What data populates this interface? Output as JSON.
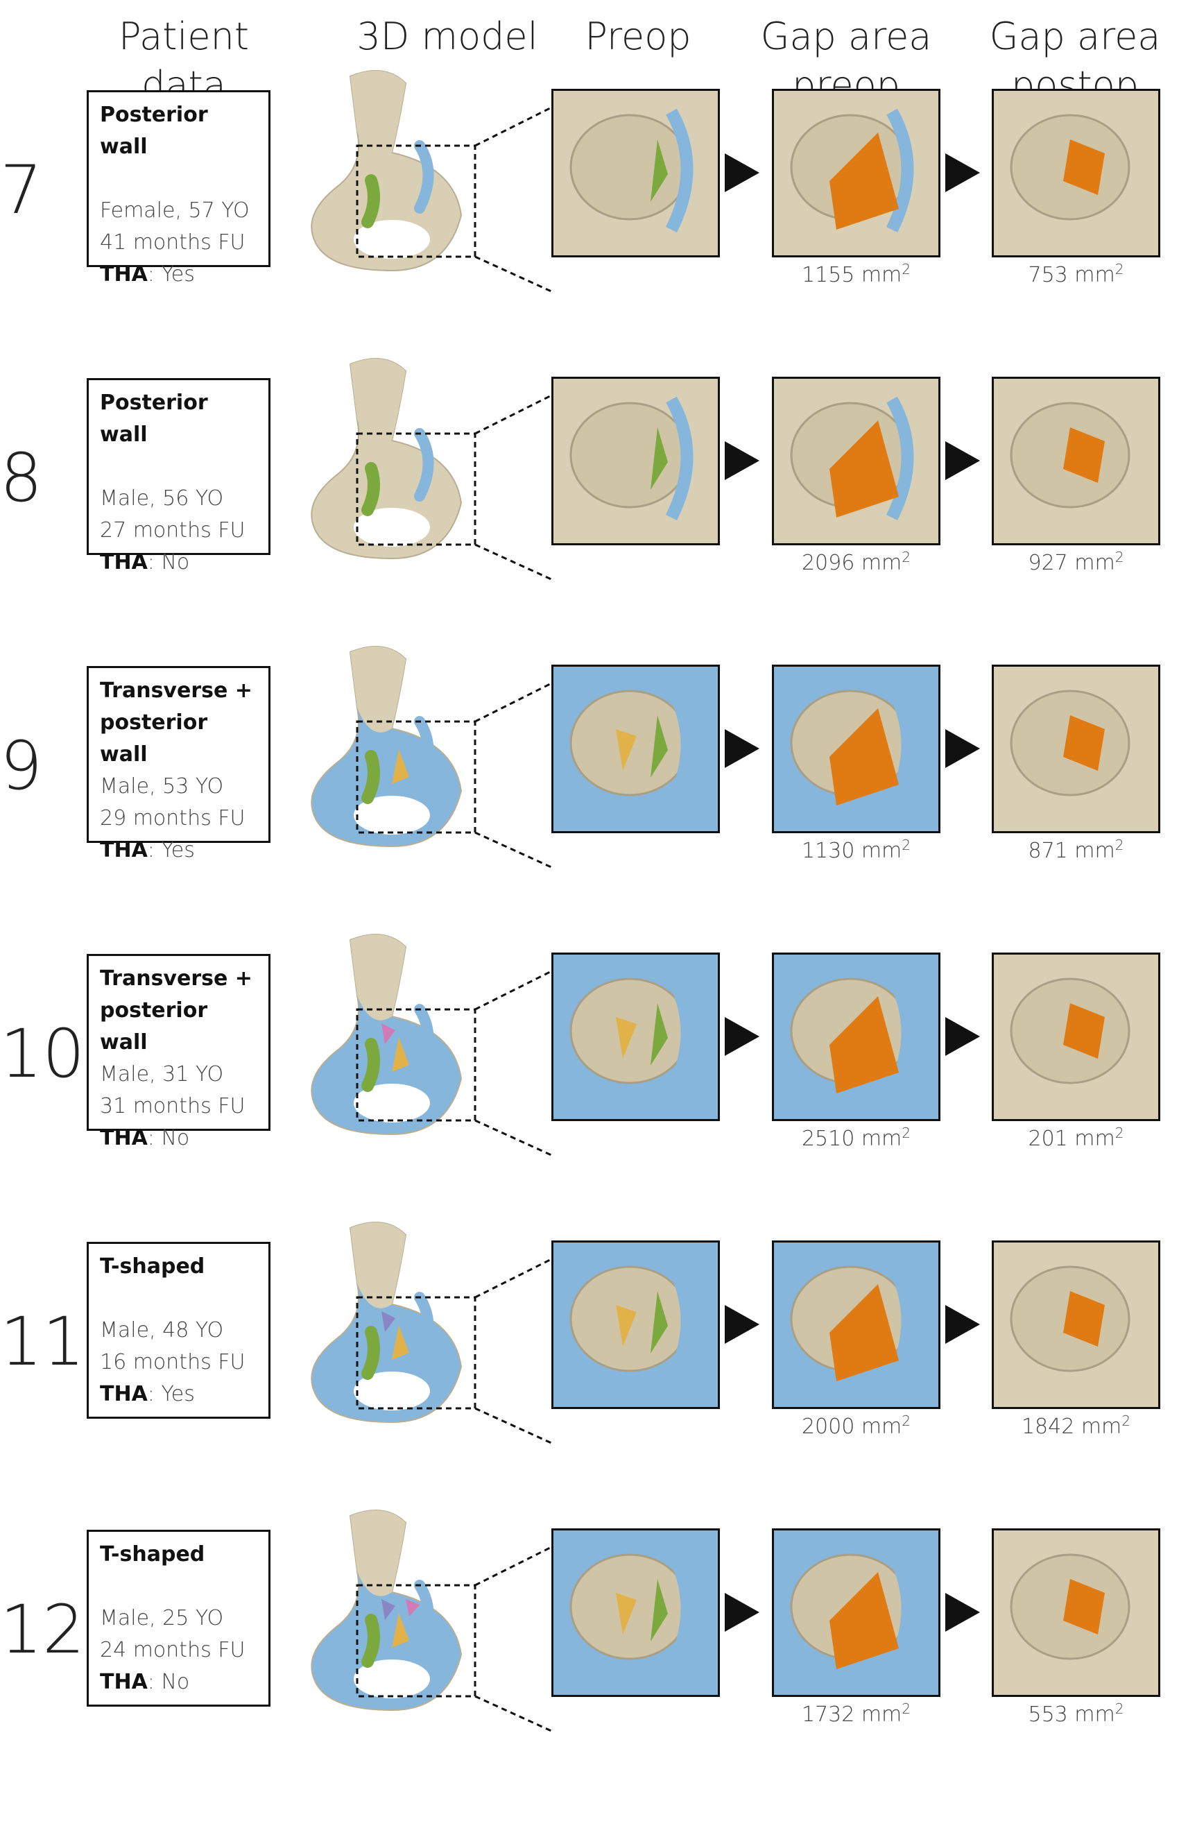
{
  "headers": {
    "patient": [
      "Patient",
      "data"
    ],
    "model": [
      "3D model"
    ],
    "preop": [
      "Preop"
    ],
    "gap_preop": [
      "Gap area",
      "preop"
    ],
    "gap_postop": [
      "Gap area",
      "postop"
    ]
  },
  "colors": {
    "bone": "#d9cfb4",
    "blue": "#86b6dc",
    "green": "#7ba93e",
    "orange": "#e07a12",
    "yellow": "#e1b24a",
    "purple": "#8a86c4",
    "pink": "#d27ab5"
  },
  "unit": "mm",
  "cases": [
    {
      "num": "7",
      "type": [
        "Posterior wall"
      ],
      "sex_age": "Female, 57 YO",
      "fu": "41 months FU",
      "tha_label": "THA",
      "tha_value": ": Yes",
      "gap_preop": "1155 mm",
      "gap_postop": "753 mm",
      "frags": [
        "blue",
        "green"
      ]
    },
    {
      "num": "8",
      "type": [
        "Posterior wall"
      ],
      "sex_age": "Male, 56  YO",
      "fu": "27 months FU",
      "tha_label": "THA",
      "tha_value": ": No",
      "gap_preop": "2096 mm",
      "gap_postop": "927 mm",
      "frags": [
        "blue",
        "green"
      ]
    },
    {
      "num": "9",
      "type": [
        "Transverse +",
        "posterior wall"
      ],
      "sex_age": "Male, 53  YO",
      "fu": "29 months FU",
      "tha_label": "THA",
      "tha_value": ": Yes",
      "gap_preop": "1130 mm",
      "gap_postop": "871 mm",
      "frags": [
        "blue",
        "green",
        "yellow"
      ]
    },
    {
      "num": "10",
      "type": [
        "Transverse +",
        "posterior wall"
      ],
      "sex_age": "Male, 31  YO",
      "fu": "31 months FU",
      "tha_label": "THA",
      "tha_value": ": No",
      "gap_preop": "2510 mm",
      "gap_postop": "201 mm",
      "frags": [
        "blue",
        "green",
        "yellow",
        "pink"
      ]
    },
    {
      "num": "11",
      "type": [
        "T-shaped"
      ],
      "sex_age": "Male, 48  YO",
      "fu": "16 months FU",
      "tha_label": "THA",
      "tha_value": ": Yes",
      "gap_preop": "2000 mm",
      "gap_postop": "1842 mm",
      "frags": [
        "blue",
        "green",
        "yellow",
        "purple"
      ]
    },
    {
      "num": "12",
      "type": [
        "T-shaped"
      ],
      "sex_age": "Male, 25  YO",
      "fu": "24 months FU",
      "tha_label": "THA",
      "tha_value": ": No",
      "gap_preop": "1732 mm",
      "gap_postop": "553 mm",
      "frags": [
        "blue",
        "green",
        "yellow",
        "purple",
        "pink"
      ]
    }
  ]
}
